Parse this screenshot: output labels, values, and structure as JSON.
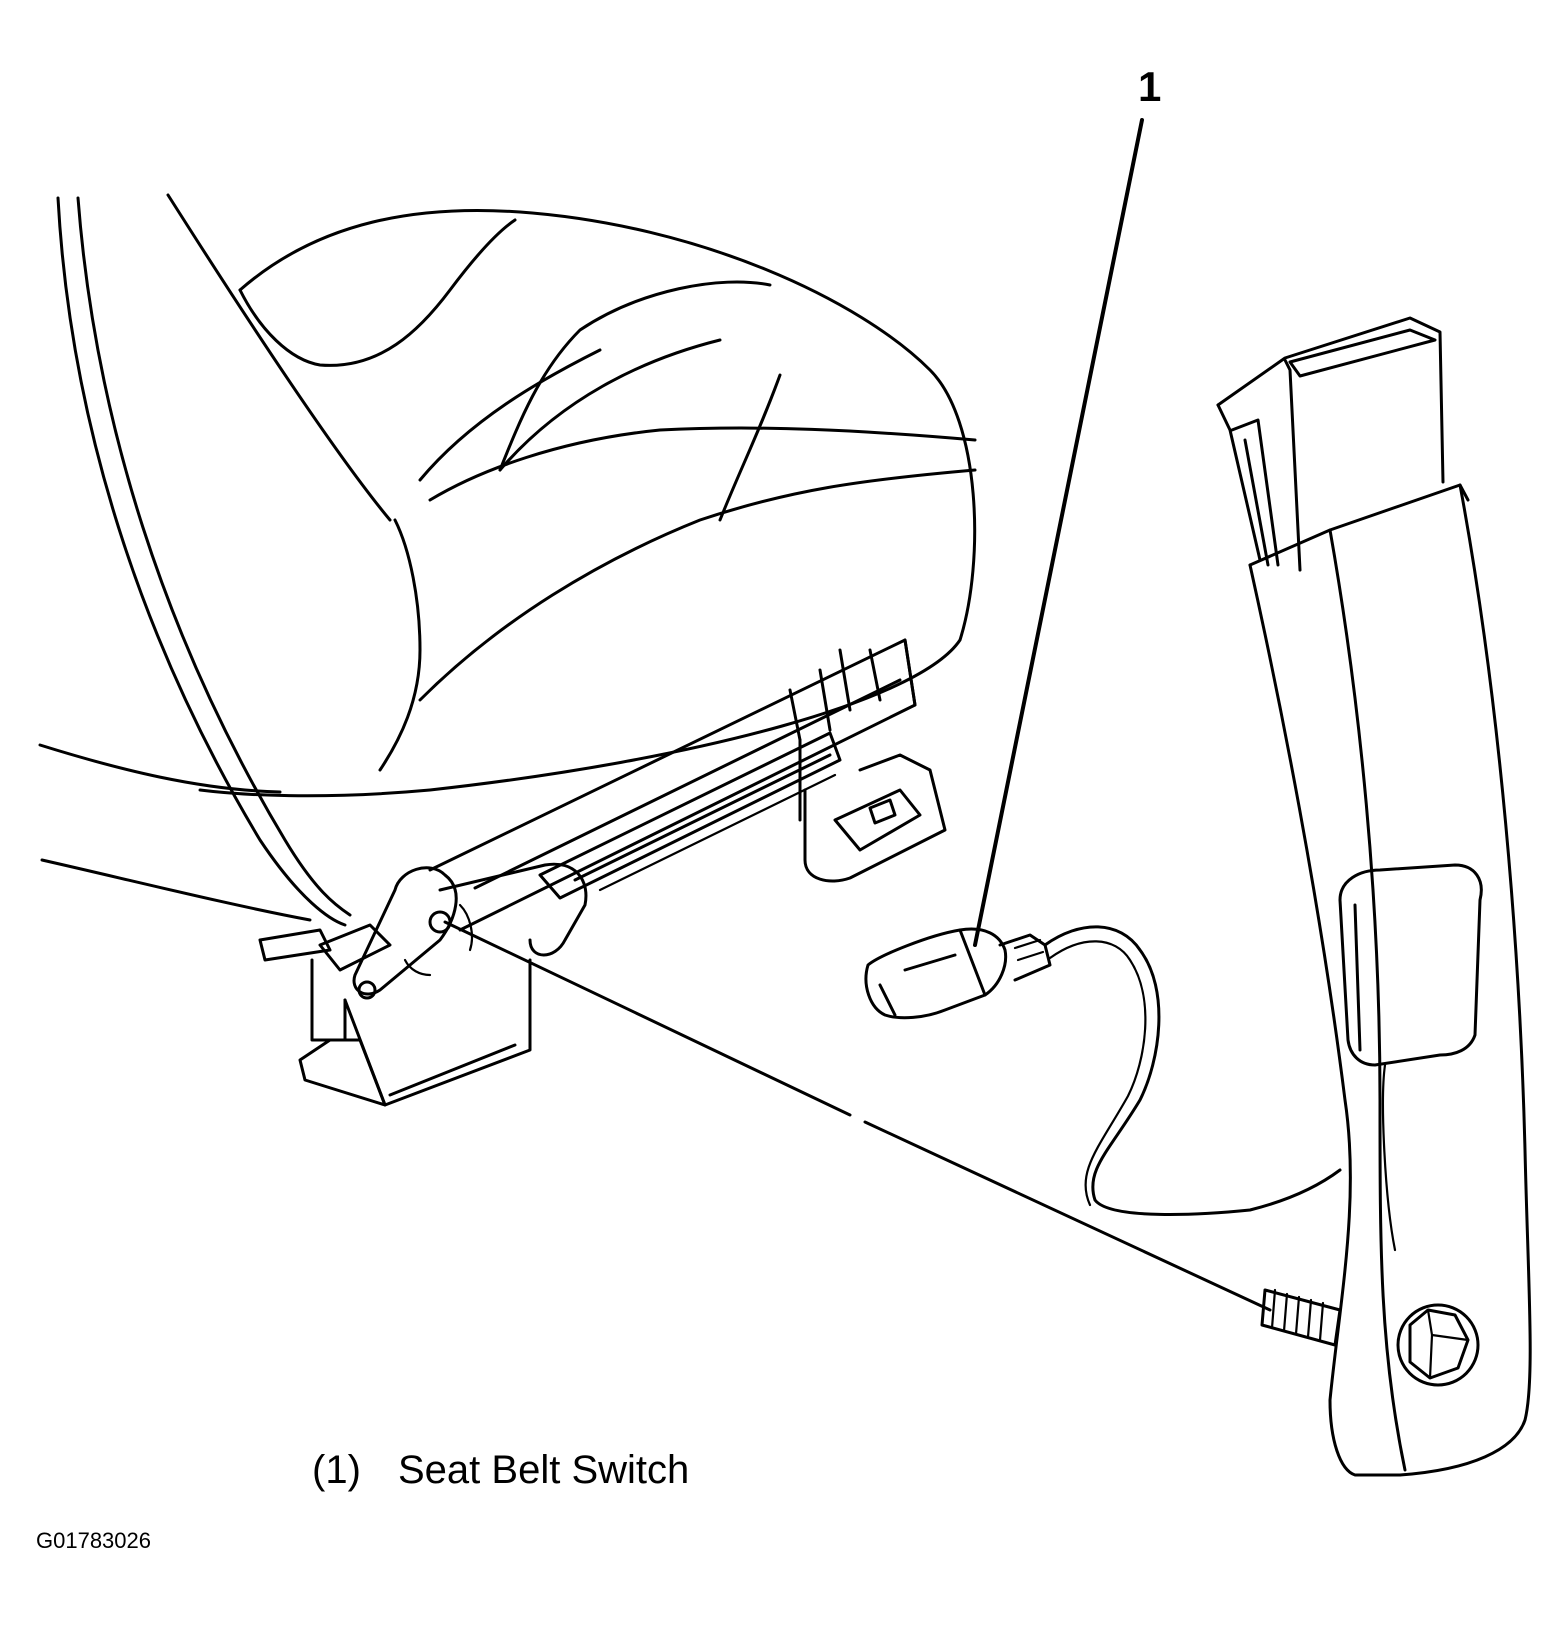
{
  "callout": {
    "number": "1"
  },
  "legend": {
    "items": [
      {
        "ref": "(1)",
        "label": "Seat Belt Switch"
      }
    ]
  },
  "figure": {
    "id": "G01783026"
  },
  "colors": {
    "ink": "#000000",
    "background": "#ffffff"
  }
}
